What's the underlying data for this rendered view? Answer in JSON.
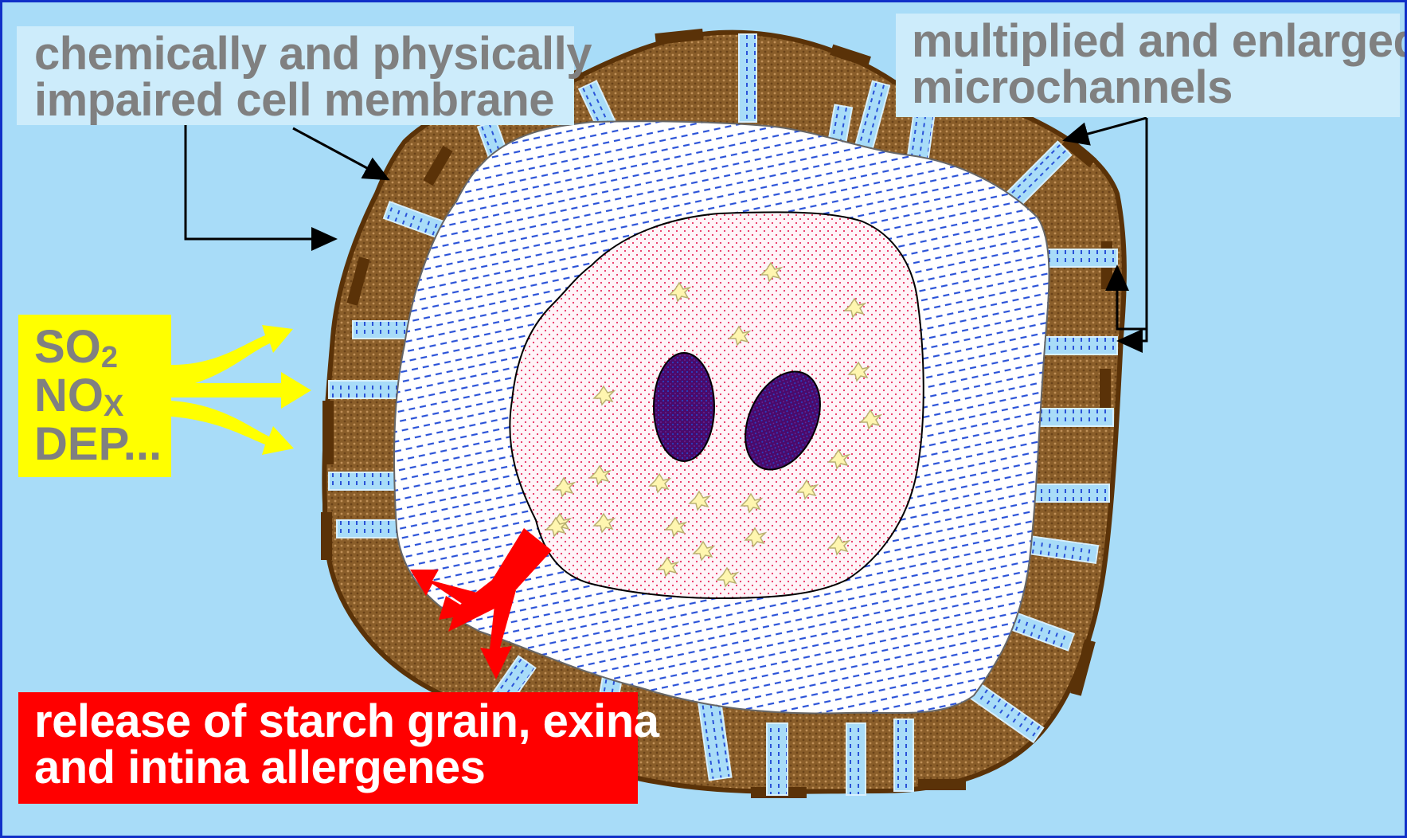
{
  "labels": {
    "membrane": [
      "chemically and physically",
      "impaired cell membrane"
    ],
    "channels": [
      "multiplied and enlarged",
      "microchannels"
    ],
    "pollutants": [
      {
        "main": "SO",
        "sub": "2"
      },
      {
        "main": "NO",
        "sub": "X"
      },
      {
        "main": "DEP...",
        "sub": ""
      }
    ],
    "release": [
      "release of starch grain, exina",
      "and intina allergenes"
    ]
  },
  "colors": {
    "frame": "#1030c8",
    "background": "#a8dcf8",
    "label_box": "#cdecfb",
    "label_text": "#808080",
    "exine": "#8a5e2a",
    "exine_dark": "#5a3208",
    "channel": "#a8dcf8",
    "intine_dash": "#2a52d8",
    "cytoplasm_dot": "#e83060",
    "nucleus": "#4a0a6a",
    "pollutant_arrow": "#ffff00",
    "release_arrow": "#ff0000",
    "release_text": "#ffffff"
  }
}
